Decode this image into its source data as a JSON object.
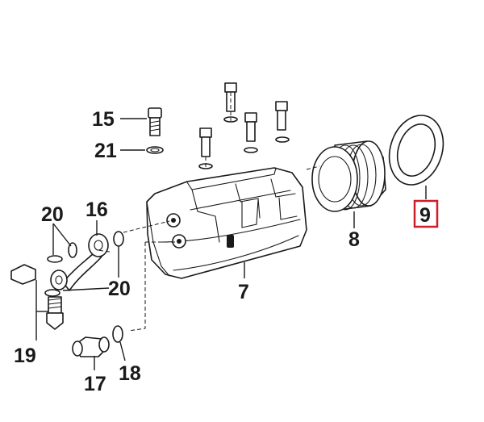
{
  "diagram": {
    "callouts": {
      "c7": "7",
      "c8": "8",
      "c9": "9",
      "c15": "15",
      "c16": "16",
      "c17": "17",
      "c18": "18",
      "c19": "19",
      "c20a": "20",
      "c20b": "20",
      "c21": "21"
    },
    "highlighted_callout": "9",
    "colors": {
      "line": "#1a1a1a",
      "highlight": "#cc1f2b",
      "background": "#ffffff"
    }
  }
}
